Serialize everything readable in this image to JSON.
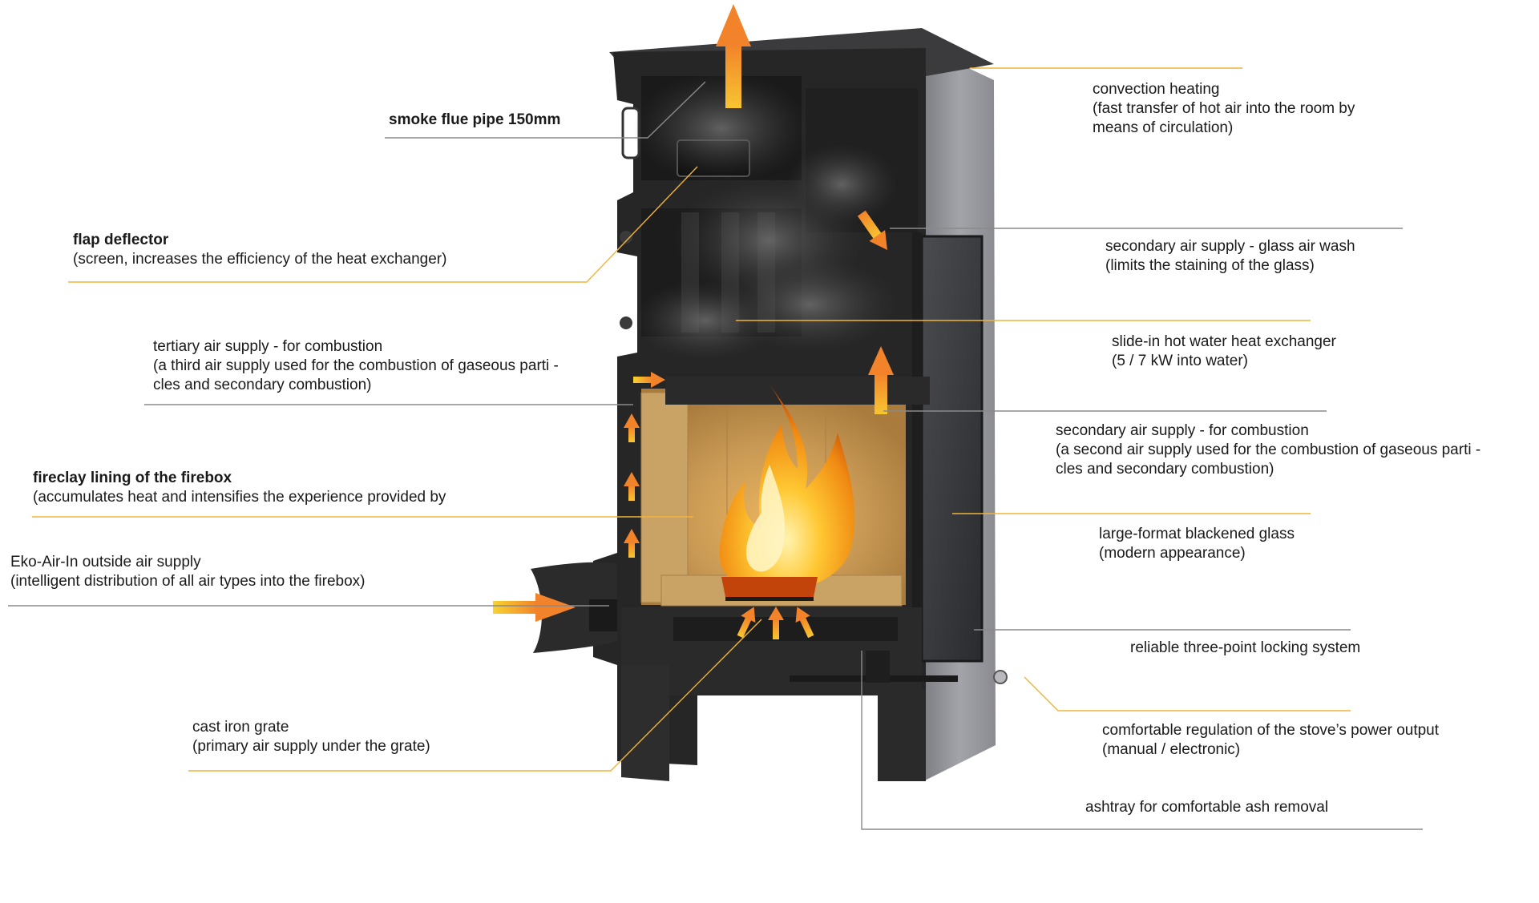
{
  "callouts": [
    {
      "id": "smoke-flue-pipe",
      "title": "smoke flue pipe 150mm",
      "lines": [],
      "bold": true
    },
    {
      "id": "flap-deflector",
      "title": "flap deflector",
      "lines": [
        "(screen, increases the efficiency of the heat exchanger)"
      ],
      "bold": true
    },
    {
      "id": "tertiary-air",
      "title": "tertiary air supply - for combustion",
      "lines": [
        "(a third air supply used for the combustion of gaseous parti   -",
        "cles and secondary combustion)"
      ],
      "bold": false
    },
    {
      "id": "fireclay-lining",
      "title": "fireclay lining of the firebox",
      "lines": [
        "(accumulates heat and intensifies the experience provided by"
      ],
      "bold": true
    },
    {
      "id": "eko-air-in",
      "title": "Eko-Air-In outside air supply",
      "lines": [
        "(intelligent distribution of all air types into the firebox)"
      ],
      "bold": false
    },
    {
      "id": "cast-iron-grate",
      "title": "cast iron grate",
      "lines": [
        "(primary air supply under the grate)"
      ],
      "bold": false
    },
    {
      "id": "convection-heating",
      "title": "convection heating",
      "lines": [
        "(fast transfer of hot air into the room by",
        "means of circulation)"
      ],
      "bold": false
    },
    {
      "id": "glass-air-wash",
      "title": "secondary air supply - glass air wash",
      "lines": [
        "(limits the staining of the glass)"
      ],
      "bold": false
    },
    {
      "id": "heat-exchanger",
      "title": "slide-in hot water heat exchanger",
      "lines": [
        "(5 / 7 kW into water)"
      ],
      "bold": false
    },
    {
      "id": "secondary-air",
      "title": "secondary air supply - for combustion",
      "lines": [
        "(a second air supply used for the combustion of gaseous parti    -",
        "cles and secondary combustion)"
      ],
      "bold": false
    },
    {
      "id": "blackened-glass",
      "title": "large-format blackened glass",
      "lines": [
        "(modern appearance)"
      ],
      "bold": false
    },
    {
      "id": "locking-system",
      "title": "reliable three-point locking system",
      "lines": [],
      "bold": false
    },
    {
      "id": "power-regulation",
      "title": "comfortable regulation of the stove’s power output",
      "lines": [
        "(manual / electronic)"
      ],
      "bold": false
    },
    {
      "id": "ashtray",
      "title": "ashtray for comfortable ash removal",
      "lines": [],
      "bold": false
    }
  ],
  "colors": {
    "leader_line_orange": "#f0b43c",
    "leader_line_grey": "#8a8a8a",
    "stove_body": "#2b2b2b",
    "stove_side": "#8e8e94",
    "fireclay": "#caa870",
    "arrow": "#f29a2e",
    "flame": "#f7a21b"
  }
}
